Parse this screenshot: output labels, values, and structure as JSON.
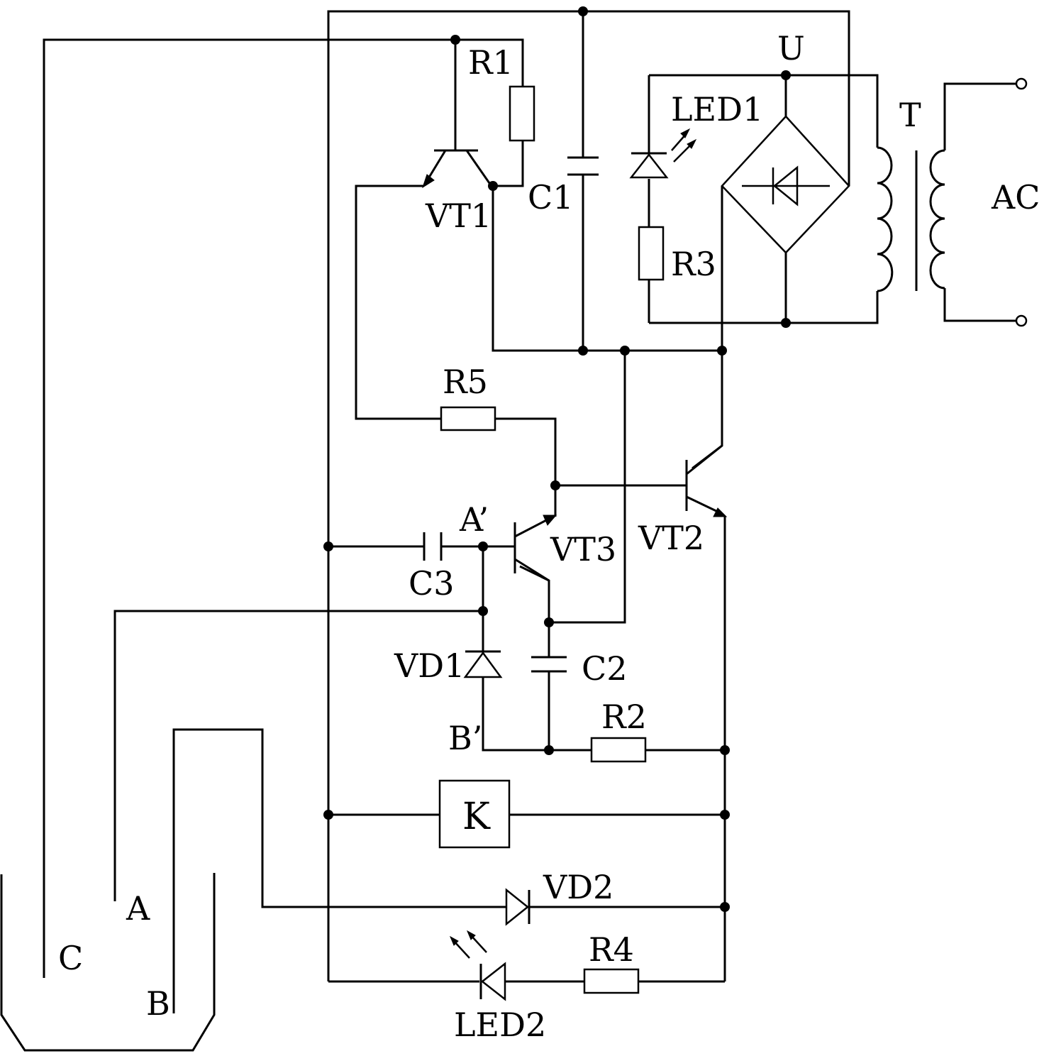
{
  "labels": {
    "R1": "R1",
    "R2": "R2",
    "R3": "R3",
    "R4": "R4",
    "R5": "R5",
    "C1": "C1",
    "C2": "C2",
    "C3": "C3",
    "VT1": "VT1",
    "VT2": "VT2",
    "VT3": "VT3",
    "VD1": "VD1",
    "VD2": "VD2",
    "LED1": "LED1",
    "LED2": "LED2",
    "U": "U",
    "T": "T",
    "AC": "AC",
    "K": "K",
    "A": "A",
    "B": "B",
    "C": "C",
    "A_prime": "A’",
    "B_prime": "B’"
  }
}
